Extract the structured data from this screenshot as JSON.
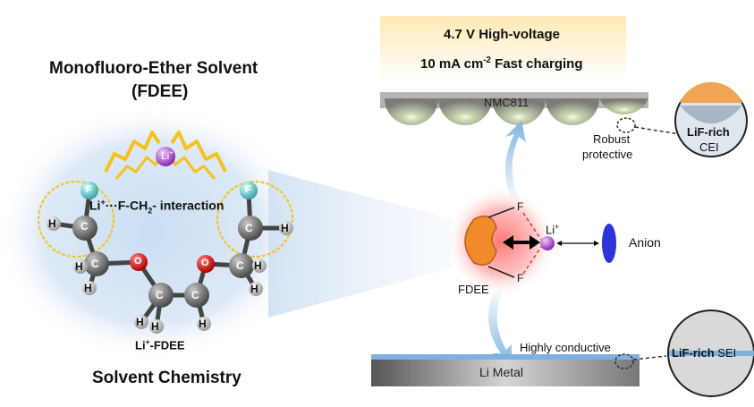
{
  "left": {
    "title_line1": "Monofluoro-Ether Solvent",
    "title_line2": "(FDEE)",
    "interaction_prefix": "Li",
    "interaction_mid": "···F-CH",
    "interaction_suffix": "- interaction",
    "complex_prefix": "Li",
    "complex_suffix": "-FDEE",
    "footer": "Solvent Chemistry",
    "li_label": "Li",
    "atom_h": "H",
    "atom_c": "C",
    "atom_o": "O",
    "atom_f": "F"
  },
  "right": {
    "banner_line1": "4.7 V High-voltage",
    "banner_line2_prefix": "10 mA cm",
    "banner_line2_sup": "-2",
    "banner_line2_suffix": " Fast charging",
    "cathode_label": "NMC811",
    "robust_line1": "Robust",
    "robust_line2": "protective",
    "cei_bold": "LiF-rich",
    "cei_normal": "CEI",
    "fdee_label": "FDEE",
    "f_label": "F",
    "li_label": "Li",
    "anion_label": "Anion",
    "highly_conductive": "Highly conductive",
    "metal_label": "Li Metal",
    "sei_bold": "LiF-rich",
    "sei_normal": "SEI"
  },
  "colors": {
    "lithium": "#b44fd6",
    "fluorine": "#7fe0e0",
    "oxygen": "#d11b1b",
    "carbon": "#666666",
    "bracket": "#f5c21b",
    "banner": "#fbe6a8",
    "anion": "#2b35d8",
    "fdee_body": "#f08a2a"
  }
}
